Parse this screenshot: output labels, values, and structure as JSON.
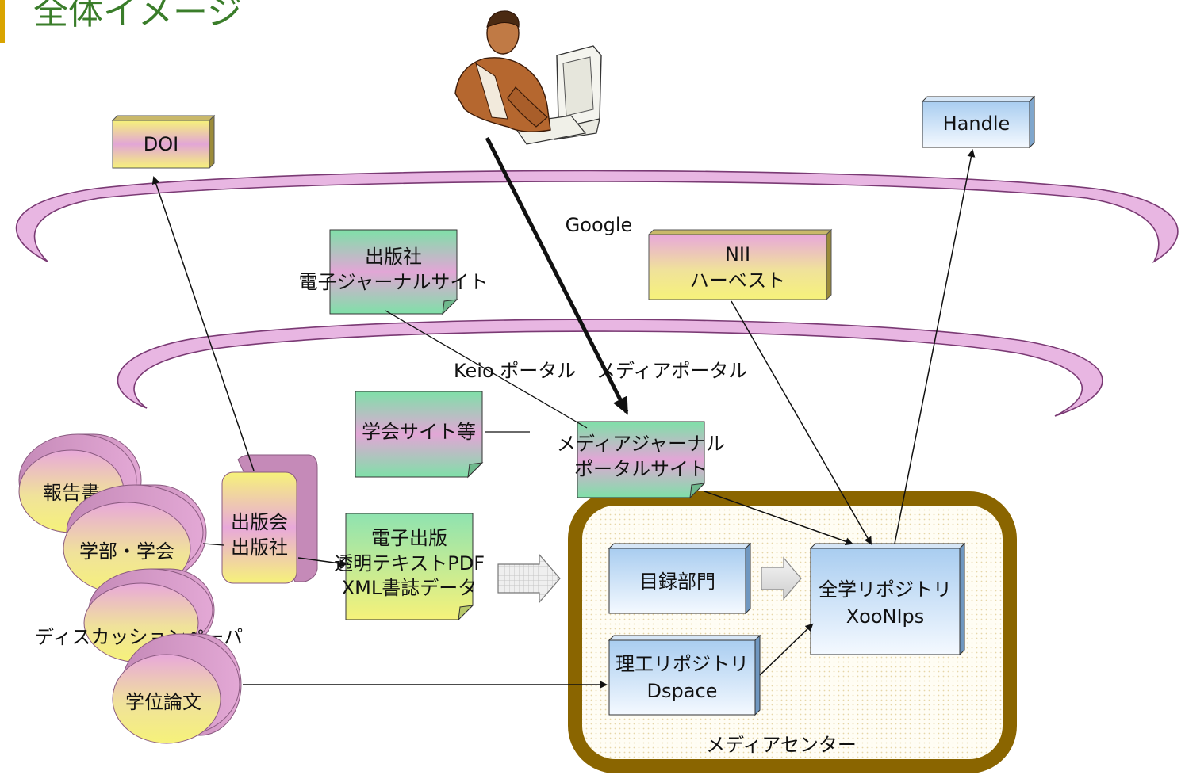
{
  "title": "全体イメージ",
  "colors": {
    "title": "#3a7d2a",
    "accent_bar": "#d9a400",
    "ring": "#d9a0d6",
    "green_note": "#8fe3b0",
    "pink": "#e2a6d6",
    "yellow": "#f5f08a",
    "blue_box": "#bcd8f2",
    "media_center_frame": "#8a6500"
  },
  "icons": {
    "user": "person-at-computer-icon"
  },
  "labels": {
    "doi": "DOI",
    "handle": "Handle",
    "google": "Google",
    "publisher_site_1": "出版社",
    "publisher_site_2": "電子ジャーナルサイト",
    "nii_1": "NII",
    "nii_2": "ハーベスト",
    "keio_portal": "Keio ポータル",
    "media_portal": "メディアポータル",
    "society_site": "学会サイト等",
    "media_journal_1": "メディアジャーナル",
    "media_journal_2": "ポータルサイト",
    "report": "報告書",
    "faculty_society": "学部・学会",
    "discussion_paper": "ディスカッションペーパ",
    "thesis": "学位論文",
    "publisher_1": "出版会",
    "publisher_2": "出版社",
    "epub_1": "電子出版",
    "epub_2": "透明テキストPDF",
    "epub_3": "XML書誌データ",
    "catalog_dept": "目録部門",
    "repo_all_1": "全学リポジトリ",
    "repo_all_2": "XooNIps",
    "repo_sci_1": "理工リポジトリ",
    "repo_sci_2": "Dspace",
    "media_center": "メディアセンター"
  }
}
